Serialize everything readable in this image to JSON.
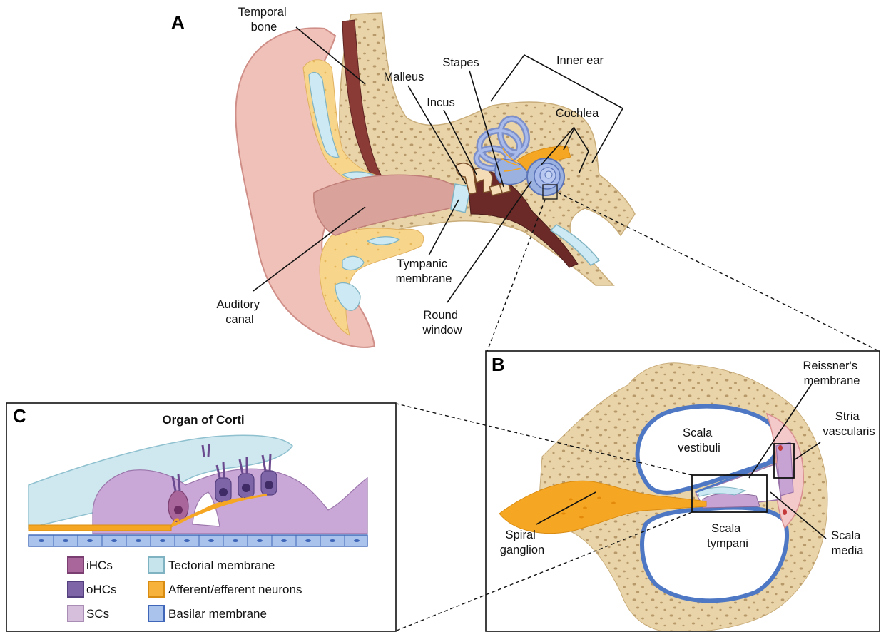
{
  "panels": {
    "a": {
      "letter": "A"
    },
    "b": {
      "letter": "B"
    },
    "c": {
      "letter": "C",
      "title": "Organ of Corti"
    }
  },
  "labels": {
    "temporal_bone": [
      "Temporal",
      "bone"
    ],
    "malleus": "Malleus",
    "incus": "Incus",
    "stapes": "Stapes",
    "inner_ear": "Inner ear",
    "cochlea": "Cochlea",
    "tympanic_membrane": [
      "Tympanic",
      "membrane"
    ],
    "round_window": [
      "Round",
      "window"
    ],
    "auditory_canal": [
      "Auditory",
      "canal"
    ],
    "reissners_membrane": [
      "Reissner's",
      "membrane"
    ],
    "stria_vascularis": [
      "Stria",
      "vascularis"
    ],
    "scala_vestibuli": [
      "Scala",
      "vestibuli"
    ],
    "scala_tympani": [
      "Scala",
      "tympani"
    ],
    "scala_media": [
      "Scala",
      "media"
    ],
    "spiral_ganglion": [
      "Spiral",
      "ganglion"
    ]
  },
  "legend": [
    {
      "label": "iHCs",
      "color": "#a8669a",
      "border": "#7a3f70"
    },
    {
      "label": "oHCs",
      "color": "#7e65a8",
      "border": "#55407f"
    },
    {
      "label": "SCs",
      "color": "#d5bfdc",
      "border": "#a98db5"
    },
    {
      "label": "Tectorial membrane",
      "color": "#c6e4ec",
      "border": "#7fb3c2"
    },
    {
      "label": "Afferent/efferent neurons",
      "color": "#f7b23b",
      "border": "#d98c12"
    },
    {
      "label": "Basilar membrane",
      "color": "#a9c3ec",
      "border": "#3f66b8"
    }
  ],
  "colors": {
    "skin": "#efc1b8",
    "skin_dark": "#d99a94",
    "bone": "#e9d4a9",
    "bone_spots": "#b89a6a",
    "fat": "#f7d68c",
    "fluid": "#cde9f3",
    "cochlea_blue": "#9bb1e0",
    "nerve": "#f5a623",
    "muscle": "#8a3b36",
    "purple": "#c6a3d3"
  }
}
